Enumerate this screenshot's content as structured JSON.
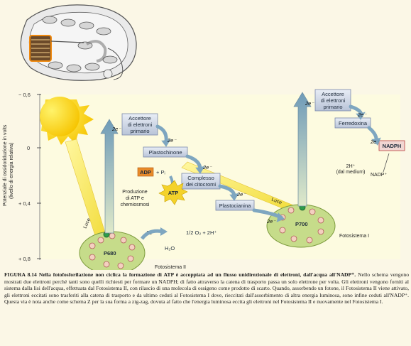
{
  "axis": {
    "label_line1": "Potenziale di ossidoriduzione in volts",
    "label_line2": "(livello di energia relativa)",
    "ticks": [
      "− 0,6",
      "0",
      "+ 0,4",
      "+ 0,8"
    ]
  },
  "diagram": {
    "accettore1": [
      "Accettore",
      "di elettroni",
      "primario"
    ],
    "plastochinone": "Plastochinone",
    "complesso": [
      "Complesso",
      "dei citocromi"
    ],
    "plastocianina": "Plastocianina",
    "accettore2": [
      "Accettore",
      "di elettroni",
      "primario"
    ],
    "ferredoxina": "Ferredoxina",
    "nadph": "NADPH",
    "adp": "ADP",
    "pi": "+ Pᵢ",
    "atp": "ATP",
    "produzione": [
      "Produzione",
      "di ATP e",
      "chemiosmosi"
    ],
    "p680": "P680",
    "p700": "P700",
    "fotosistema2": "Fotosistema II",
    "fotosistema1": "Fotosistema I",
    "luce": "Luce",
    "e_tag": "2e⁻",
    "h2o": "H₂O",
    "o2": "1/2 O₂ + 2H⁺",
    "hplus": [
      "2H⁺",
      "(dal medium)"
    ],
    "nadp": "NADP⁺"
  },
  "caption": {
    "lead": "FIGURA 8.14 Nella fotofosforilazione non ciclica la formazione di ATP è accoppiata ad un flusso unidirezionale di elettroni, dall'acqua all'NADP⁺.",
    "body": "Nello schema vengono mostrati due elettroni perché tanti sono quelli richiesti per formare un NADPH; di fatto attraverso la catena di trasporto passa un solo elettrone per volta. Gli elettroni vengono forniti al sistema dalla lisi dell'acqua, effettuata dal Fotosistema II, con rilascio di una molecola di ossigeno come prodotto di scarto. Quando, assorbendo un fotone, il Fotosistema II viene attivato, gli elettroni eccitati sono trasferiti alla catena di trasporto e da ultimo ceduti al Fotosistema I dove, rieccitati dall'assorbimento di altra energia luminosa, sono infine ceduti all'NADP⁺. Questa via è nota anche come schema Z per la sua forma a zig-zag, dovuta al fatto che l'energia luminosa eccita gli elettroni nel Fotosistema II e nuovamente nel Fotosistema I."
  }
}
